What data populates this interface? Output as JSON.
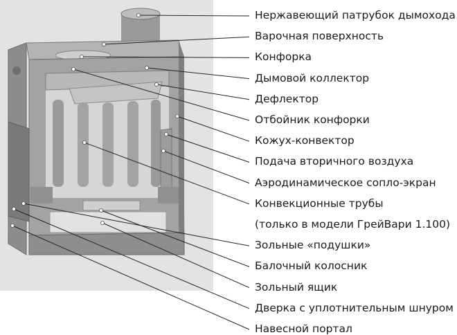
{
  "labels": [
    "Нержавеющий патрубок дымохода",
    "Варочная поверхность",
    "Конфорка",
    "Дымовой коллектор",
    "Дефлектор",
    "Отбойник конфорки",
    "Кожух-конвектор",
    "Подача вторичного воздуха",
    "Аэродинамическое сопло-экран",
    "Конвекционные трубы",
    "(только в модели ГрейВари 1.100)",
    "Зольные «подушки»",
    "Балочный колосник",
    "Зольный ящик",
    "Дверка с уплотнительным шнуром",
    "Навесной портал"
  ],
  "colors": {
    "backdrop": "#e3e3e3",
    "metal_dark": "#8c8c8c",
    "metal_mid": "#a9a9a9",
    "metal_light": "#c8c8c8",
    "leader": "#222222",
    "text": "#1a1a1a"
  }
}
